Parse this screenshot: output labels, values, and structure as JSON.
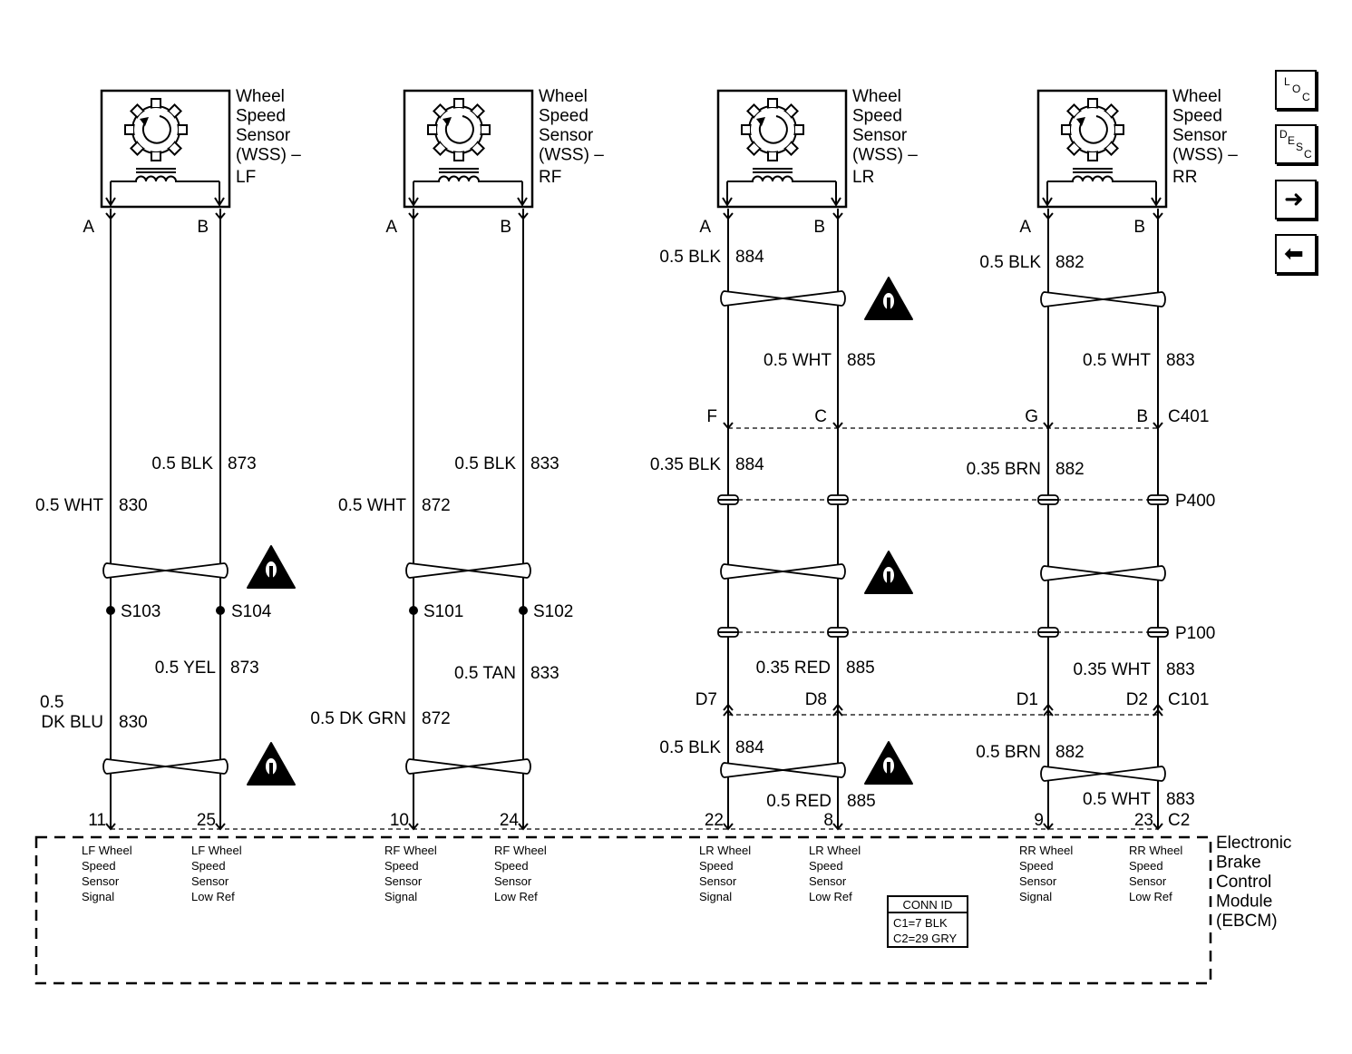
{
  "sensors": [
    {
      "title": "Wheel\nSpeed\nSensor\n(WSS) –",
      "pos": "LF",
      "pinA": "A",
      "pinB": "B"
    },
    {
      "title": "Wheel\nSpeed\nSensor\n(WSS) –",
      "pos": "RF",
      "pinA": "A",
      "pinB": "B"
    },
    {
      "title": "Wheel\nSpeed\nSensor\n(WSS) –",
      "pos": "LR",
      "pinA": "A",
      "pinB": "B"
    },
    {
      "title": "Wheel\nSpeed\nSensor\n(WSS) –",
      "pos": "RR",
      "pinA": "A",
      "pinB": "B"
    }
  ],
  "wires": {
    "lf_a_1": "0.5 WHT",
    "lf_a_1_ckt": "830",
    "lf_b_1": "0.5 BLK",
    "lf_b_1_ckt": "873",
    "lf_splice_a": "S103",
    "lf_splice_b": "S104",
    "lf_b_2": "0.5 YEL",
    "lf_b_2_ckt": "873",
    "lf_a_2_size": "0.5",
    "lf_a_2_color": "DK BLU",
    "lf_a_2_ckt": "830",
    "rf_a_1": "0.5 WHT",
    "rf_a_1_ckt": "872",
    "rf_b_1": "0.5 BLK",
    "rf_b_1_ckt": "833",
    "rf_splice_a": "S101",
    "rf_splice_b": "S102",
    "rf_b_2": "0.5 TAN",
    "rf_b_2_ckt": "833",
    "rf_a_2": "0.5 DK GRN",
    "rf_a_2_ckt": "872",
    "lr_a_1": "0.5 BLK",
    "lr_a_1_ckt": "884",
    "lr_b_1": "0.5 WHT",
    "lr_b_1_ckt": "885",
    "lr_a_2": "0.35 BLK",
    "lr_a_2_ckt": "884",
    "lr_b_3": "0.35 RED",
    "lr_b_3_ckt": "885",
    "lr_a_4": "0.5 BLK",
    "lr_a_4_ckt": "884",
    "lr_b_4": "0.5 RED",
    "lr_b_4_ckt": "885",
    "rr_a_1": "0.5 BLK",
    "rr_a_1_ckt": "882",
    "rr_b_1": "0.5 WHT",
    "rr_b_1_ckt": "883",
    "rr_a_2": "0.35 BRN",
    "rr_a_2_ckt": "882",
    "rr_b_3": "0.35 WHT",
    "rr_b_3_ckt": "883",
    "rr_a_4": "0.5 BRN",
    "rr_a_4_ckt": "882",
    "rr_b_4": "0.5 WHT",
    "rr_b_4_ckt": "883"
  },
  "connectors": {
    "c401": "C401",
    "c401_lr_a": "F",
    "c401_lr_b": "C",
    "c401_rr_a": "G",
    "c401_rr_b": "B",
    "p400": "P400",
    "p100": "P100",
    "c101": "C101",
    "c101_lr_a": "D7",
    "c101_lr_b": "D8",
    "c101_rr_a": "D1",
    "c101_rr_b": "D2",
    "c2": "C2"
  },
  "ebcm": {
    "name": "Electronic\nBrake\nControl\nModule\n(EBCM)",
    "pins": [
      "11",
      "25",
      "10",
      "24",
      "22",
      "8",
      "9",
      "23"
    ],
    "signals": [
      "LF Wheel\nSpeed\nSensor\nSignal",
      "LF Wheel\nSpeed\nSensor\nLow Ref",
      "RF Wheel\nSpeed\nSensor\nSignal",
      "RF Wheel\nSpeed\nSensor\nLow Ref",
      "LR Wheel\nSpeed\nSensor\nSignal",
      "LR Wheel\nSpeed\nSensor\nLow Ref",
      "RR Wheel\nSpeed\nSensor\nSignal",
      "RR Wheel\nSpeed\nSensor\nLow Ref"
    ],
    "conn_id_title": "CONN ID",
    "conn_id_lines": [
      "C1=7 BLK",
      "C2=29 GRY"
    ]
  },
  "nav": {
    "loc_l": "L",
    "loc_o": "O",
    "loc_c": "C",
    "desc_d": "D",
    "desc_e": "E",
    "desc_s": "S",
    "desc_c": "C",
    "next_glyph": "➜",
    "prev_glyph": "⬅"
  }
}
